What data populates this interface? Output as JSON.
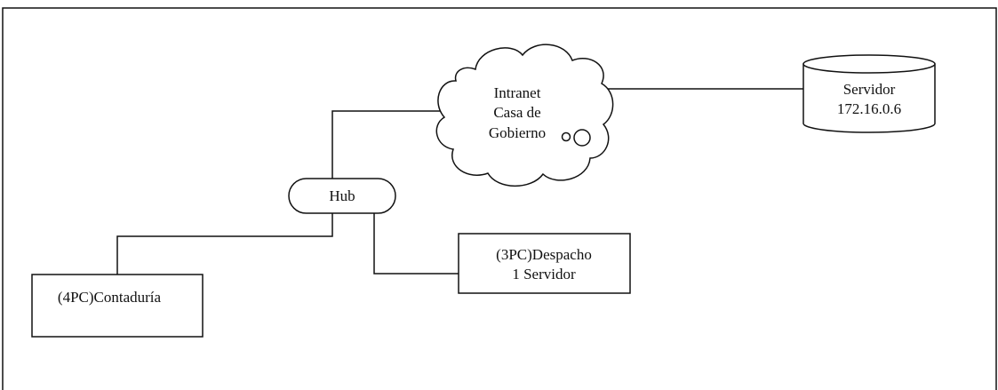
{
  "diagram": {
    "nodes": {
      "intranet": {
        "line1": "Intranet",
        "line2": "Casa de",
        "line3": "Gobierno"
      },
      "server": {
        "line1": "Servidor",
        "line2": "172.16.0.6"
      },
      "hub": {
        "label": "Hub"
      },
      "despacho": {
        "line1": "(3PC)Despacho",
        "line2": "1 Servidor"
      },
      "contaduria": {
        "label": "(4PC)Contaduría"
      }
    },
    "connections": [
      {
        "from": "intranet",
        "to": "server"
      },
      {
        "from": "hub",
        "to": "intranet"
      },
      {
        "from": "hub",
        "to": "contaduria"
      },
      {
        "from": "hub",
        "to": "despacho"
      }
    ]
  }
}
